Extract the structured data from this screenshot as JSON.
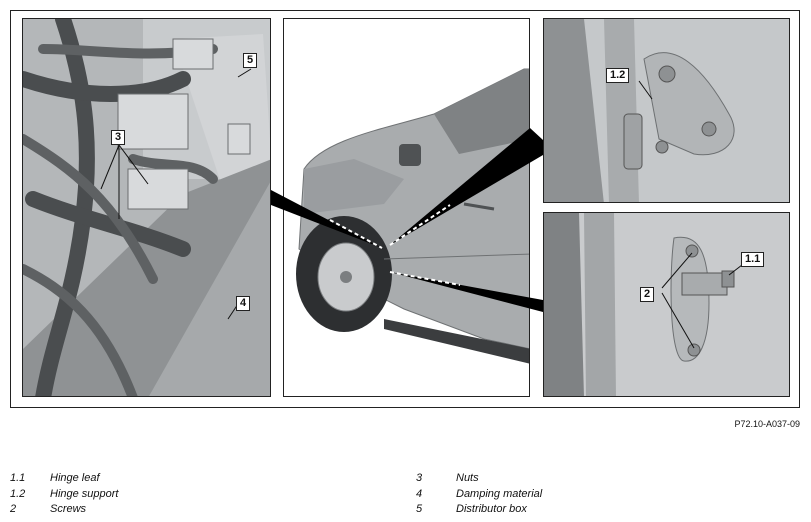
{
  "figure": {
    "reference": "P72.10-A037-09",
    "callouts": {
      "distributor_box": "5",
      "nuts": "3",
      "damping_material": "4",
      "hinge_support": "1.2",
      "hinge_leaf": "1.1",
      "screws": "2"
    }
  },
  "legend": {
    "left": [
      {
        "code": "1.1",
        "text": "Hinge leaf"
      },
      {
        "code": "1.2",
        "text": "Hinge support"
      },
      {
        "code": "2",
        "text": "Screws"
      }
    ],
    "right": [
      {
        "code": "3",
        "text": "Nuts"
      },
      {
        "code": "4",
        "text": "Damping material"
      },
      {
        "code": "5",
        "text": "Distributor box"
      }
    ]
  }
}
